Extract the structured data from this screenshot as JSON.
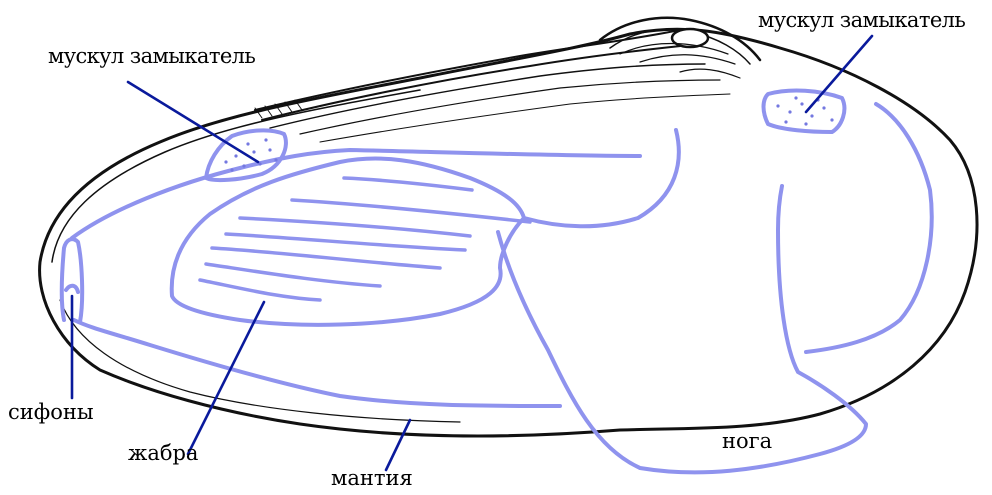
{
  "labels": {
    "muscle_left": "мускул замыкатель",
    "muscle_right": "мускул замыкатель",
    "siphons": "сифоны",
    "gill": "жабра",
    "mantle": "мантия",
    "foot": "нога"
  },
  "colors": {
    "outline": "#111111",
    "structures": "#8f93ee",
    "pointers": "#0a1a9c",
    "muscle_dots": "#7478e0",
    "background": "#ffffff"
  }
}
